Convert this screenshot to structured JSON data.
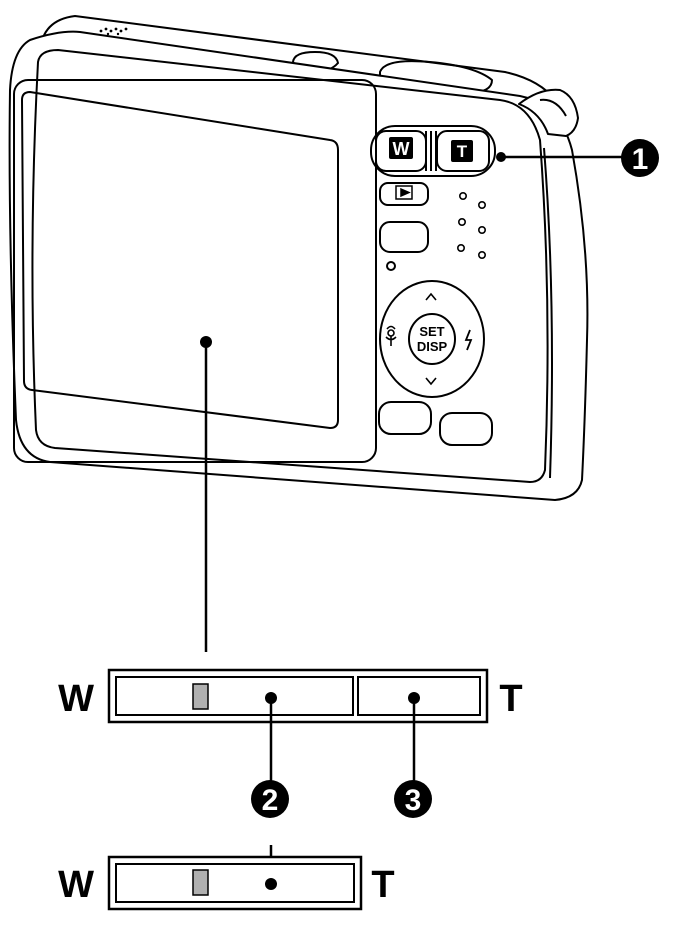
{
  "camera": {
    "zoom_wide_label": "W",
    "zoom_tele_label": "T",
    "set_label": "SET",
    "disp_label": "DISP",
    "playback_icon": "playback-icon",
    "up_icon": "chevron-up-icon",
    "down_icon": "chevron-down-icon",
    "macro_icon": "macro-flower-icon",
    "flash_icon": "flash-icon"
  },
  "callouts": {
    "c1": "1",
    "c2": "2",
    "c3": "3"
  },
  "zoom_bar_full": {
    "left_label": "W",
    "right_label": "T"
  },
  "zoom_bar_optical": {
    "left_label": "W",
    "right_label": "T"
  },
  "colors": {
    "line": "#000000",
    "marker_fill": "#b0b0b0",
    "callout_fill": "#000000"
  }
}
